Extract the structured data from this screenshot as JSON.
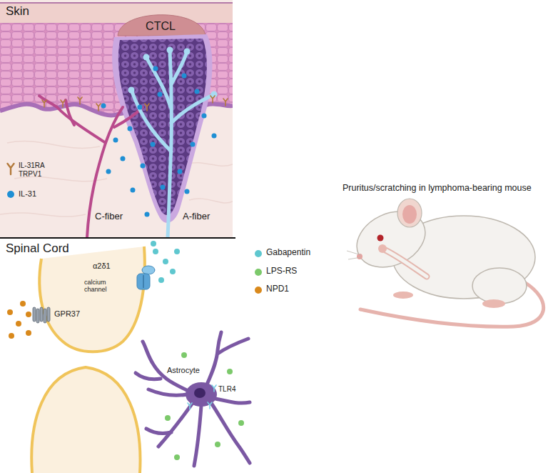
{
  "diagram": {
    "nodes": [
      {
        "text": [
          "Skin"
        ]
      },
      {
        "text": [
          "CTCL"
        ],
        "in": 0
      },
      {
        "text": [
          "Spinal Cord"
        ]
      },
      {
        "text": [
          "Astrocyte",
          "TLR4"
        ],
        "in": 2
      }
    ],
    "labels": [
      "C-fiber",
      "A-fiber",
      "α2δ1",
      "calcium channel",
      "GPR37",
      "Pruritus/scratching in lymphoma-bearing mouse"
    ],
    "legend": [
      {
        "text": "IL-31RA TRPV1"
      },
      {
        "text": "IL-31",
        "color": "#1f8fd4"
      },
      {
        "text": "Gabapentin",
        "color": "#5fc7cf"
      },
      {
        "text": "LPS-RS",
        "color": "#7cc96b"
      },
      {
        "text": "NPD1",
        "color": "#d9891c"
      }
    ]
  }
}
